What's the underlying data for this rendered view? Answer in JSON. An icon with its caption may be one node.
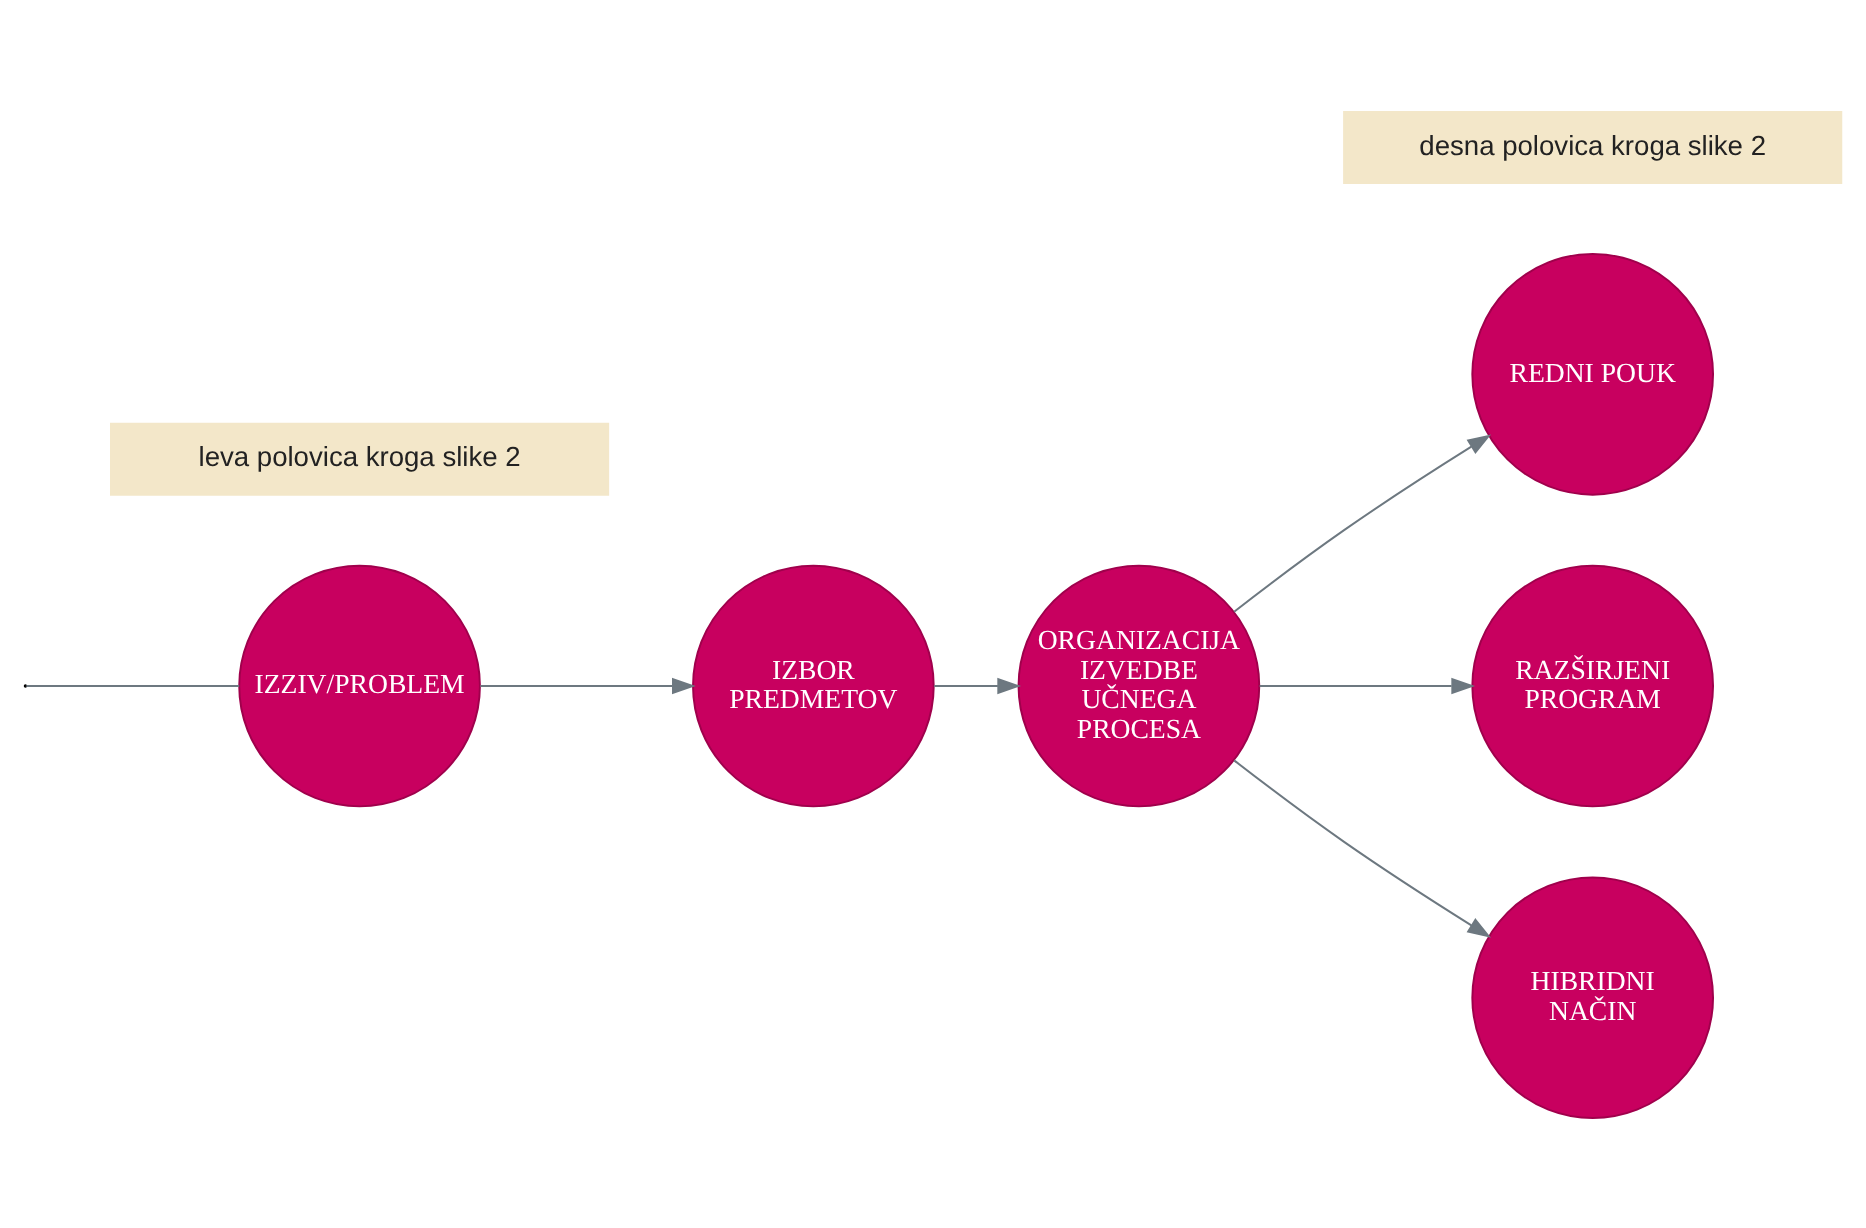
{
  "diagram": {
    "nodes": [
      {
        "text": [
          "IZZIV/PROBLEM"
        ]
      },
      {
        "text": [
          "IZBOR PREDMETOV"
        ]
      },
      {
        "text": [
          "ORGANIZACIJA IZVEDBE UČNEGA PROCESA"
        ]
      },
      {
        "text": [
          "REDNI POUK"
        ]
      },
      {
        "text": [
          "RAZŠIRJENI PROGRAM"
        ]
      },
      {
        "text": [
          "HIBRIDNI NAČIN"
        ]
      },
      {
        "text": [
          "leva polovica kroga slike 2"
        ]
      },
      {
        "text": [
          "desna polovica kroga slike 2"
        ]
      }
    ],
    "edges": [
      {
        "from": null,
        "to": 0,
        "arrow": "none"
      },
      {
        "from": 0,
        "to": 1,
        "arrow": "to"
      },
      {
        "from": 1,
        "to": 2,
        "arrow": "to"
      },
      {
        "from": 2,
        "to": 3,
        "arrow": "to"
      },
      {
        "from": 2,
        "to": 4,
        "arrow": "to"
      },
      {
        "from": 2,
        "to": 5,
        "arrow": "to"
      }
    ]
  }
}
